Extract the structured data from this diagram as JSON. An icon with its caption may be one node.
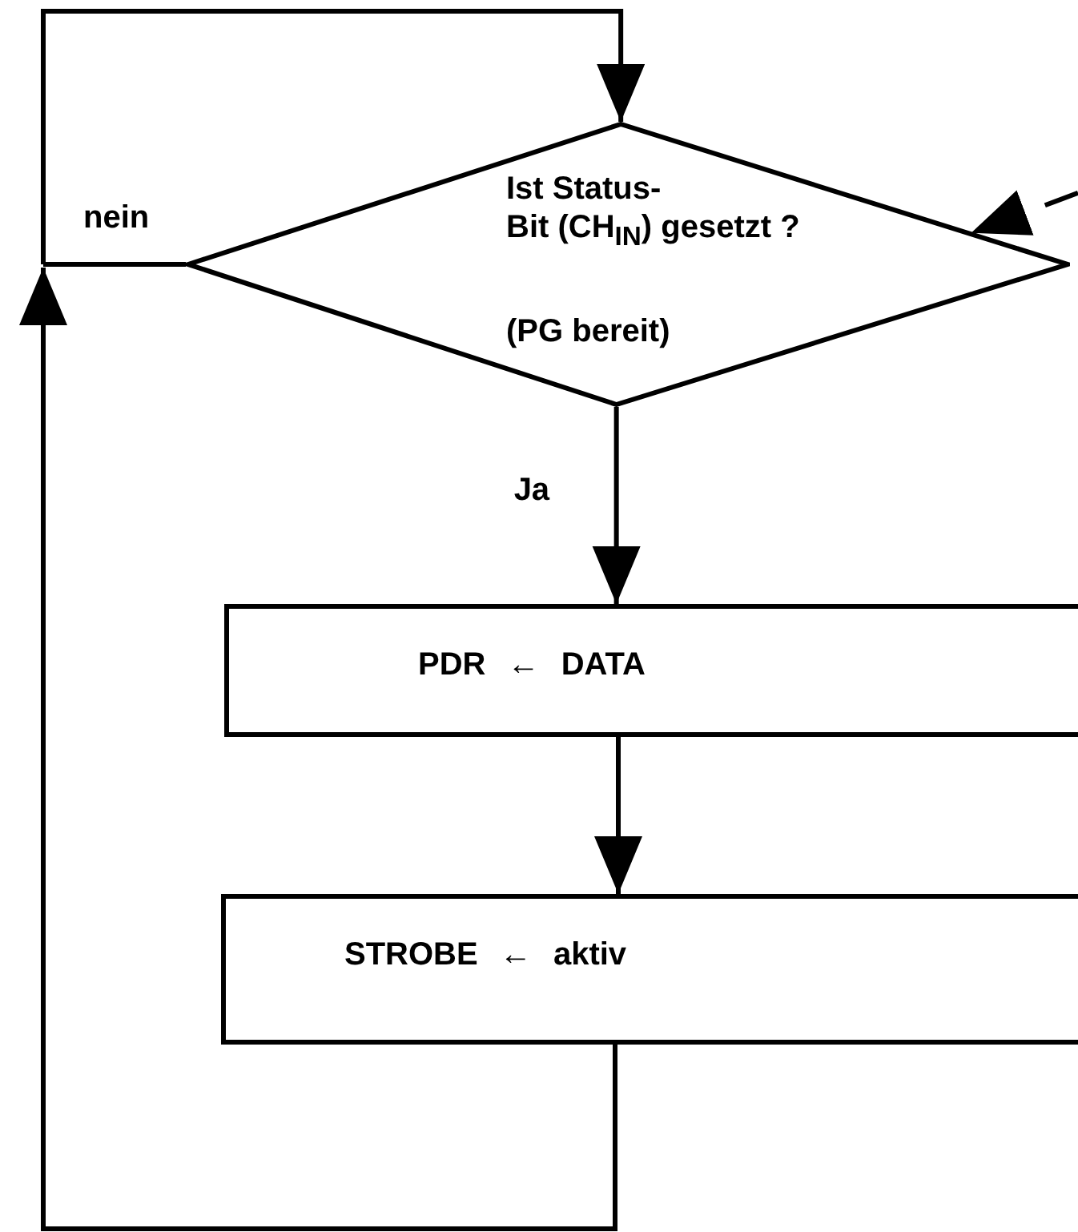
{
  "diagram": {
    "nodes": [
      {
        "text": [
          "Ist Status- Bit (CH$_{IN}$) gesetzt ?",
          "(PG bereit)"
        ]
      },
      {
        "text": [
          "PDR ← DATA"
        ]
      },
      {
        "text": [
          "STROBE ← aktiv"
        ]
      }
    ],
    "edges": [
      {
        "from": 0,
        "to": 1,
        "arrow": "to",
        "label": "Ja"
      },
      {
        "from": 1,
        "to": 2,
        "arrow": "to"
      },
      {
        "from": 2,
        "to": 0,
        "arrow": "to"
      },
      {
        "from": 0,
        "to": 0,
        "arrow": "to",
        "label": "nein"
      },
      {
        "from": null,
        "to": 0,
        "arrow": "to",
        "style": "dashed"
      }
    ]
  }
}
